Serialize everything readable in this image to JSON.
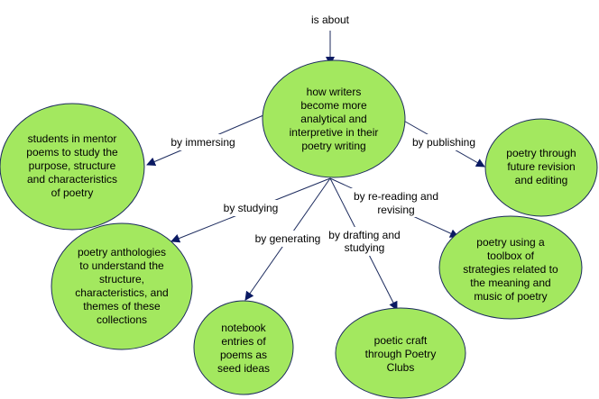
{
  "colors": {
    "bubble_fill": "#a3e85f",
    "bubble_stroke": "#1c2b5e",
    "line": "#1c2b5e",
    "arrowhead": "#0b1a63"
  },
  "top_link": "is about",
  "center": {
    "lines": [
      "how writers",
      "become more",
      "analytical and",
      "interpretive in their",
      "poetry writing"
    ]
  },
  "nodes": {
    "immersing_target": {
      "lines": [
        "students in mentor",
        "poems to study the",
        "purpose, structure",
        "and characteristics",
        "of poetry"
      ]
    },
    "publishing_target": {
      "lines": [
        "poetry through",
        "future revision",
        "and editing"
      ]
    },
    "studying_target": {
      "lines": [
        "poetry anthologies",
        "to understand the",
        "structure,",
        "characteristics, and",
        "themes of these",
        "collections"
      ]
    },
    "generating_target": {
      "lines": [
        "notebook",
        "entries of",
        "poems as",
        "seed ideas"
      ]
    },
    "drafting_target": {
      "lines": [
        "poetic craft",
        "through Poetry",
        "Clubs"
      ]
    },
    "rereading_target": {
      "lines": [
        "poetry using a",
        "toolbox of",
        "strategies related to",
        "the meaning and",
        "music of poetry"
      ]
    }
  },
  "links": {
    "immersing": [
      "by immersing"
    ],
    "publishing": [
      "by publishing"
    ],
    "studying": [
      "by studying"
    ],
    "generating": [
      "by generating"
    ],
    "drafting": [
      "by drafting and",
      "studying"
    ],
    "rereading": [
      "by re-reading and",
      "revising"
    ]
  }
}
